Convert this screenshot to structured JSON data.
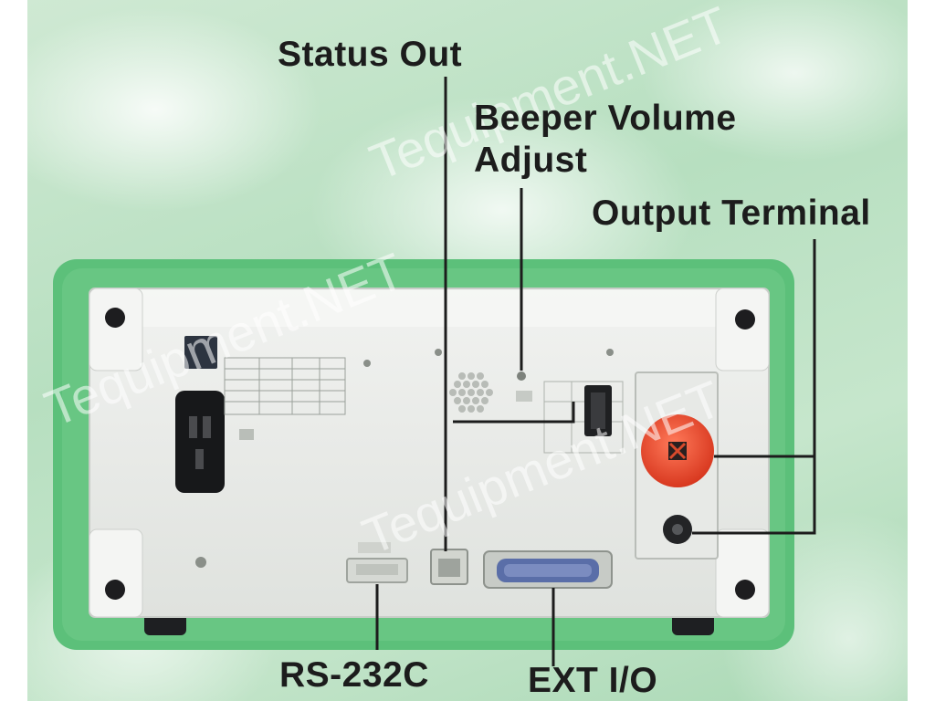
{
  "labels": {
    "status_out": "Status Out",
    "beeper_volume_line1": "Beeper Volume",
    "beeper_volume_line2": "Adjust",
    "output_terminal": "Output Terminal",
    "rs232c": "RS-232C",
    "ext_io": "EXT I/O"
  },
  "watermark": {
    "text1": "Tequipment.NET",
    "text2": "Tequipment.NET",
    "text3": "Tequipment.NET"
  },
  "colors": {
    "frame_green": "#5cc07a",
    "device_body": "#e9ebe8",
    "terminal_red": "#e4442a",
    "connector_blue": "#5a6ea8",
    "leader_line": "#1c1c1c"
  }
}
